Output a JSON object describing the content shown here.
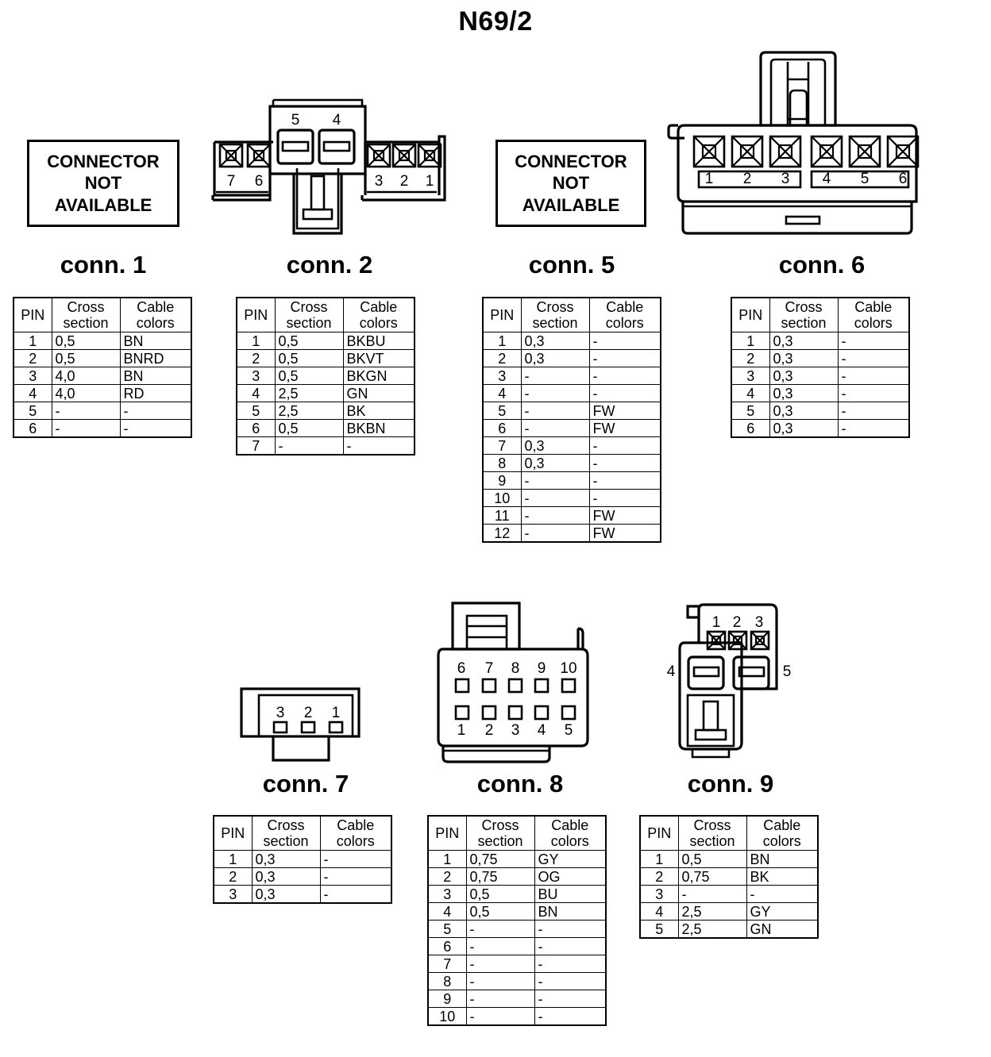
{
  "page": {
    "title": "N69/2",
    "not_available_text": [
      "CONNECTOR",
      "NOT",
      "AVAILABLE"
    ]
  },
  "table_headers": {
    "pin": "PIN",
    "cross_line1": "Cross",
    "cross_line2": "section",
    "cable_line1": "Cable",
    "cable_line2": "colors"
  },
  "connectors": [
    {
      "id": "conn1",
      "label": "conn. 1",
      "drawing": "not-available",
      "pins": [
        {
          "pin": "1",
          "cross_section": "0,5",
          "cable_colors": "BN"
        },
        {
          "pin": "2",
          "cross_section": "0,5",
          "cable_colors": "BNRD"
        },
        {
          "pin": "3",
          "cross_section": "4,0",
          "cable_colors": "BN"
        },
        {
          "pin": "4",
          "cross_section": "4,0",
          "cable_colors": "RD"
        },
        {
          "pin": "5",
          "cross_section": "-",
          "cable_colors": "-"
        },
        {
          "pin": "6",
          "cross_section": "-",
          "cable_colors": "-"
        }
      ]
    },
    {
      "id": "conn2",
      "label": "conn. 2",
      "drawing": "connector-7way-cross",
      "drawing_pin_numbers": [
        "5",
        "4",
        "7",
        "6",
        "3",
        "2",
        "1"
      ],
      "pins": [
        {
          "pin": "1",
          "cross_section": "0,5",
          "cable_colors": "BKBU"
        },
        {
          "pin": "2",
          "cross_section": "0,5",
          "cable_colors": "BKVT"
        },
        {
          "pin": "3",
          "cross_section": "0,5",
          "cable_colors": "BKGN"
        },
        {
          "pin": "4",
          "cross_section": "2,5",
          "cable_colors": "GN"
        },
        {
          "pin": "5",
          "cross_section": "2,5",
          "cable_colors": "BK"
        },
        {
          "pin": "6",
          "cross_section": "0,5",
          "cable_colors": "BKBN"
        },
        {
          "pin": "7",
          "cross_section": "-",
          "cable_colors": "-"
        }
      ]
    },
    {
      "id": "conn5",
      "label": "conn. 5",
      "drawing": "not-available",
      "pins": [
        {
          "pin": "1",
          "cross_section": "0,3",
          "cable_colors": "-"
        },
        {
          "pin": "2",
          "cross_section": "0,3",
          "cable_colors": "-"
        },
        {
          "pin": "3",
          "cross_section": "-",
          "cable_colors": "-"
        },
        {
          "pin": "4",
          "cross_section": "-",
          "cable_colors": "-"
        },
        {
          "pin": "5",
          "cross_section": "-",
          "cable_colors": "FW"
        },
        {
          "pin": "6",
          "cross_section": "-",
          "cable_colors": "FW"
        },
        {
          "pin": "7",
          "cross_section": "0,3",
          "cable_colors": "-"
        },
        {
          "pin": "8",
          "cross_section": "0,3",
          "cable_colors": "-"
        },
        {
          "pin": "9",
          "cross_section": "-",
          "cable_colors": "-"
        },
        {
          "pin": "10",
          "cross_section": "-",
          "cable_colors": "-"
        },
        {
          "pin": "11",
          "cross_section": "-",
          "cable_colors": "FW"
        },
        {
          "pin": "12",
          "cross_section": "-",
          "cable_colors": "FW"
        }
      ]
    },
    {
      "id": "conn6",
      "label": "conn. 6",
      "drawing": "connector-6way-inline",
      "drawing_pin_numbers": [
        "1",
        "2",
        "3",
        "4",
        "5",
        "6"
      ],
      "pins": [
        {
          "pin": "1",
          "cross_section": "0,3",
          "cable_colors": "-"
        },
        {
          "pin": "2",
          "cross_section": "0,3",
          "cable_colors": "-"
        },
        {
          "pin": "3",
          "cross_section": "0,3",
          "cable_colors": "-"
        },
        {
          "pin": "4",
          "cross_section": "0,3",
          "cable_colors": "-"
        },
        {
          "pin": "5",
          "cross_section": "0,3",
          "cable_colors": "-"
        },
        {
          "pin": "6",
          "cross_section": "0,3",
          "cable_colors": "-"
        }
      ]
    },
    {
      "id": "conn7",
      "label": "conn. 7",
      "drawing": "connector-3way",
      "drawing_pin_numbers": [
        "3",
        "2",
        "1"
      ],
      "pins": [
        {
          "pin": "1",
          "cross_section": "0,3",
          "cable_colors": "-"
        },
        {
          "pin": "2",
          "cross_section": "0,3",
          "cable_colors": "-"
        },
        {
          "pin": "3",
          "cross_section": "0,3",
          "cable_colors": "-"
        }
      ]
    },
    {
      "id": "conn8",
      "label": "conn. 8",
      "drawing": "connector-10way-2row",
      "drawing_pin_numbers_top": [
        "6",
        "7",
        "8",
        "9",
        "10"
      ],
      "drawing_pin_numbers_bottom": [
        "1",
        "2",
        "3",
        "4",
        "5"
      ],
      "pins": [
        {
          "pin": "1",
          "cross_section": "0,75",
          "cable_colors": "GY"
        },
        {
          "pin": "2",
          "cross_section": "0,75",
          "cable_colors": "OG"
        },
        {
          "pin": "3",
          "cross_section": "0,5",
          "cable_colors": "BU"
        },
        {
          "pin": "4",
          "cross_section": "0,5",
          "cable_colors": "BN"
        },
        {
          "pin": "5",
          "cross_section": "-",
          "cable_colors": "-"
        },
        {
          "pin": "6",
          "cross_section": "-",
          "cable_colors": "-"
        },
        {
          "pin": "7",
          "cross_section": "-",
          "cable_colors": "-"
        },
        {
          "pin": "8",
          "cross_section": "-",
          "cable_colors": "-"
        },
        {
          "pin": "9",
          "cross_section": "-",
          "cable_colors": "-"
        },
        {
          "pin": "10",
          "cross_section": "-",
          "cable_colors": "-"
        }
      ]
    },
    {
      "id": "conn9",
      "label": "conn. 9",
      "drawing": "connector-5way-mixed",
      "drawing_pin_numbers_top": [
        "1",
        "2",
        "3"
      ],
      "drawing_pin_number_left": "4",
      "drawing_pin_number_right": "5",
      "pins": [
        {
          "pin": "1",
          "cross_section": "0,5",
          "cable_colors": "BN"
        },
        {
          "pin": "2",
          "cross_section": "0,75",
          "cable_colors": "BK"
        },
        {
          "pin": "3",
          "cross_section": "-",
          "cable_colors": "-"
        },
        {
          "pin": "4",
          "cross_section": "2,5",
          "cable_colors": "GY"
        },
        {
          "pin": "5",
          "cross_section": "2,5",
          "cable_colors": "GN"
        }
      ]
    }
  ]
}
